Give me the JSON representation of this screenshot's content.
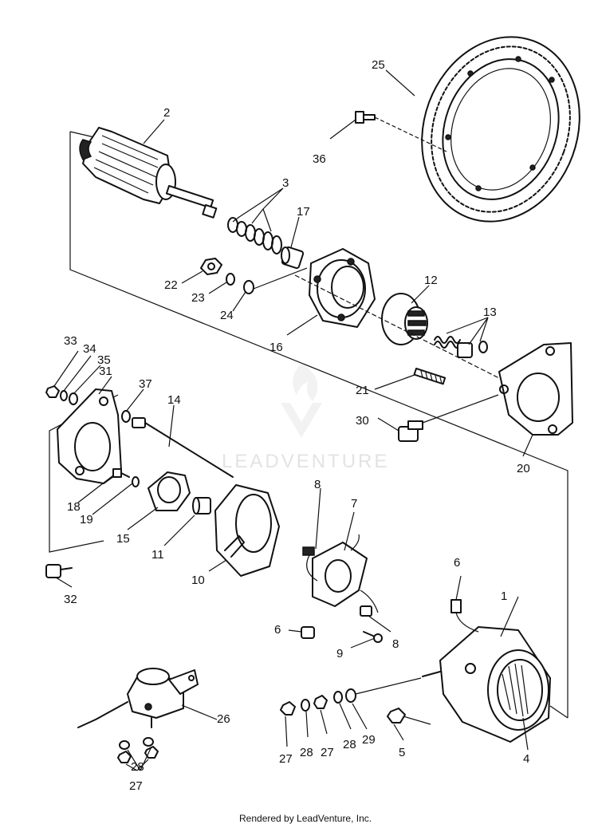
{
  "diagram": {
    "callouts": {
      "c1": "1",
      "c2": "2",
      "c3": "3",
      "c4": "4",
      "c5": "5",
      "c6a": "6",
      "c6b": "6",
      "c7": "7",
      "c8a": "8",
      "c8b": "8",
      "c9": "9",
      "c10": "10",
      "c11": "11",
      "c12": "12",
      "c13": "13",
      "c14": "14",
      "c15": "15",
      "c16": "16",
      "c17": "17",
      "c18": "18",
      "c19": "19",
      "c20": "20",
      "c21": "21",
      "c22": "22",
      "c23": "23",
      "c24": "24",
      "c25": "25",
      "c26": "26",
      "c27a": "27",
      "c27b": "27",
      "c27c": "27",
      "c28a": "28",
      "c28b": "28",
      "c28c": "28",
      "c29": "29",
      "c30": "30",
      "c31": "31",
      "c32": "32",
      "c33": "33",
      "c34": "34",
      "c35": "35",
      "c36": "36",
      "c37": "37"
    },
    "watermark": "LEADVENTURE",
    "footer": "Rendered by LeadVenture, Inc."
  }
}
